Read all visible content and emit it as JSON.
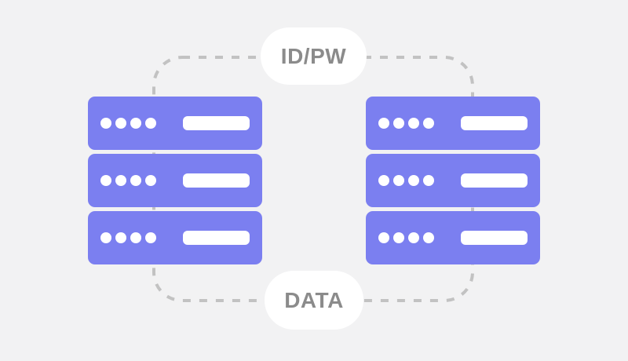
{
  "diagram": {
    "type": "server-sync-diagram",
    "labels": {
      "top": "ID/PW",
      "bottom": "DATA"
    },
    "stacks": {
      "left": {
        "servers": [
          {
            "dots": 4
          },
          {
            "dots": 4
          },
          {
            "dots": 4
          }
        ]
      },
      "right": {
        "servers": [
          {
            "dots": 4
          },
          {
            "dots": 4
          },
          {
            "dots": 4
          }
        ]
      }
    },
    "colors": {
      "background": "#f2f2f3",
      "server": "#7b7ff0",
      "dashed_line": "#c2c2c2",
      "label_text": "#8b8b8b",
      "pill_background": "#ffffff",
      "server_detail": "#ffffff"
    }
  }
}
